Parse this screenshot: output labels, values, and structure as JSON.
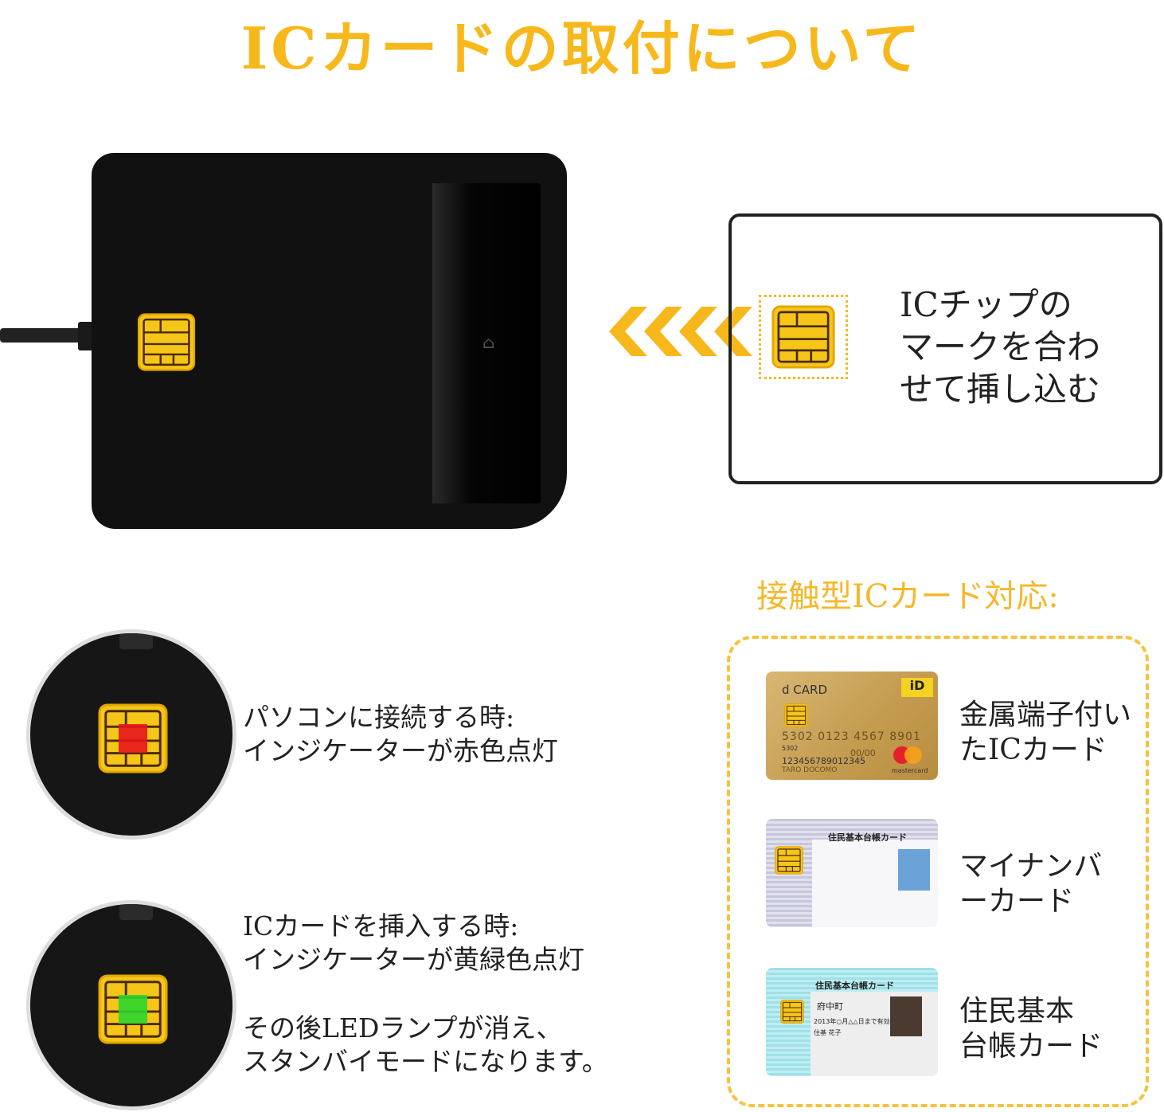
{
  "title": "ICカードの取付について",
  "reader": {
    "slot_mark": "⌂",
    "chip_icon": "ic-chip-icon",
    "arrow_icon": "chevron-left-arrows-icon"
  },
  "insert_box": {
    "lines": [
      "ICチップの",
      "マークを合わ",
      "せて挿し込む"
    ]
  },
  "compat": {
    "title": "接触型ICカード対応:",
    "cards": [
      {
        "label_lines": [
          "金属端子付い",
          "たICカード"
        ],
        "image_text": {
          "brand": "d CARD",
          "number": "5302 0123 4567 8901",
          "small": "5302",
          "expiry": "00/00",
          "account": "123456789012345",
          "name": "TARO DOCOMO",
          "network": "mastercard",
          "badge": "iD"
        }
      },
      {
        "label_lines": [
          "マイナンバ",
          "ーカード"
        ],
        "image_text": {
          "header": "住民基本台帳カード"
        }
      },
      {
        "label_lines": [
          "住民基本",
          "台帳カード"
        ],
        "image_text": {
          "header": "住民基本台帳カード",
          "town": "府中町",
          "valid": "2013年○月△△日まで有効",
          "name": "住基 花子"
        }
      }
    ]
  },
  "indicators": [
    {
      "led_color": "#E8141B",
      "lines": [
        "パソコンに接続する時:",
        "インジケーターが赤色点灯"
      ]
    },
    {
      "led_color": "#2BD62E",
      "lines": [
        "ICカードを挿入する時:",
        "インジケーターが黄緑色点灯"
      ],
      "extra_lines": [
        "その後LEDランプが消え、",
        "スタンバイモードになります。"
      ]
    }
  ],
  "colors": {
    "accent": "#F7B81C",
    "dashed": "#F7C23C"
  }
}
